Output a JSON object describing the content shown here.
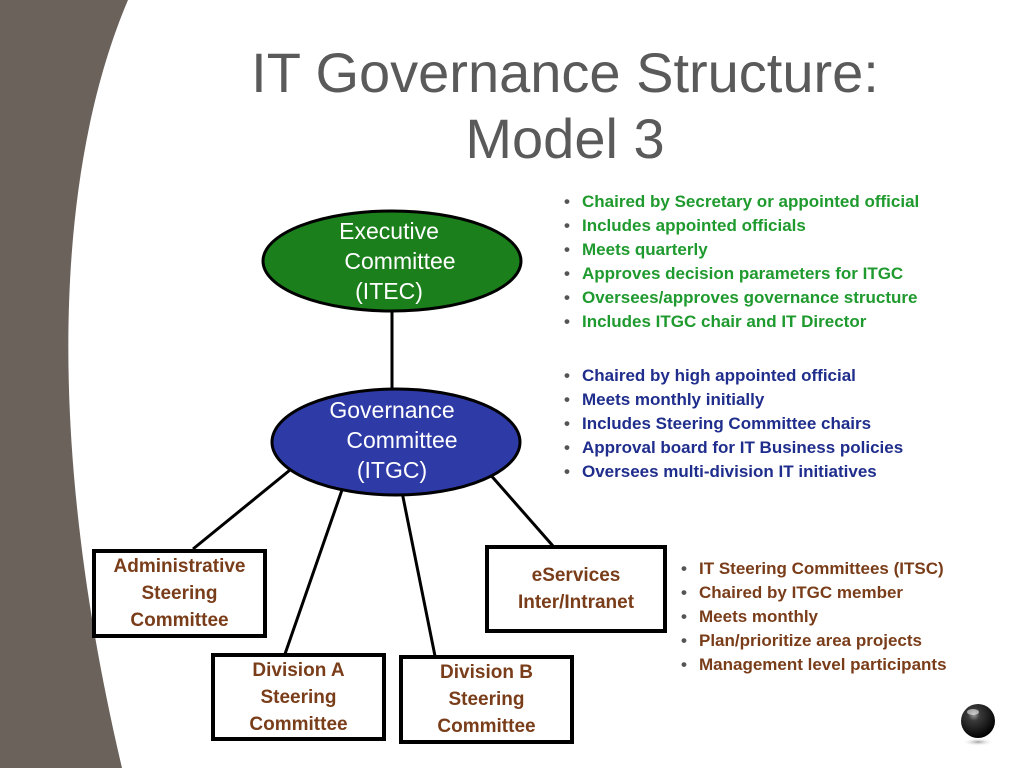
{
  "title": {
    "line1": "IT Governance Structure:",
    "line2": "Model 3"
  },
  "colors": {
    "side_band": "#6b625c",
    "title_text": "#5a5a5a",
    "executive_fill": "#1b7f1b",
    "governance_fill": "#2e3aa6",
    "ellipse_outline": "#000000",
    "box_text": "#7a3d1a",
    "green_bullets": "#1f9a2e",
    "blue_bullets": "#1f2d8c",
    "brown_bullets": "#7a3d1a"
  },
  "executive": {
    "line1": "Executive",
    "line2": "Committee",
    "line3": "(ITEC)"
  },
  "governance": {
    "line1": "Governance",
    "line2": "Committee",
    "line3": "(ITGC)"
  },
  "boxes": {
    "administrative": {
      "line1": "Administrative",
      "line2": "Steering",
      "line3": "Committee"
    },
    "division_a": {
      "line1": "Division A",
      "line2": "Steering",
      "line3": "Committee"
    },
    "division_b": {
      "line1": "Division B",
      "line2": "Steering",
      "line3": "Committee"
    },
    "eservices": {
      "line1": "eServices",
      "line2": "Inter/Intranet"
    }
  },
  "itec_bullets": [
    "Chaired by Secretary or appointed official",
    "Includes appointed officials",
    "Meets quarterly",
    "Approves decision parameters for ITGC",
    "Oversees/approves governance structure",
    "Includes ITGC chair and IT Director"
  ],
  "itgc_bullets": [
    "Chaired by high appointed official",
    "Meets monthly initially",
    "Includes Steering Committee chairs",
    "Approval board for IT Business policies",
    "Oversees multi-division IT initiatives"
  ],
  "itsc_bullets": [
    "IT Steering Committees (ITSC)",
    "Chaired by ITGC member",
    "Meets monthly",
    "Plan/prioritize area projects",
    "Management level participants"
  ],
  "icons": {
    "orb": "black-sphere-icon"
  }
}
